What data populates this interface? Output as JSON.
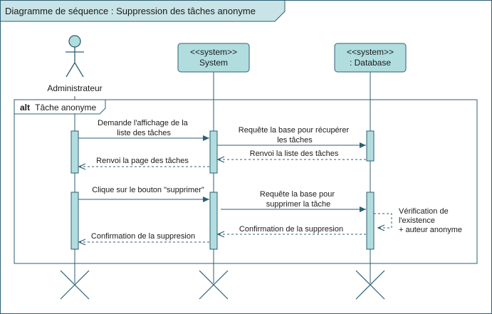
{
  "frame": {
    "title": "Diagramme de séquence : Suppression des tâches anonyme"
  },
  "actors": {
    "admin": {
      "label": "Administrateur"
    },
    "system": {
      "stereotype": "<<system>>",
      "label": "System"
    },
    "database": {
      "stereotype": "<<system>>",
      "label": ": Database"
    }
  },
  "fragment": {
    "keyword": "alt",
    "condition": "Tâche anonyme"
  },
  "messages": {
    "m1": {
      "line1": "Demande l'affichage de la",
      "line2": "liste des tâches"
    },
    "m2": {
      "line1": "Requête la base pour récupérer",
      "line2": "les tâches"
    },
    "m3": {
      "text": "Renvoi la liste des tâches"
    },
    "m4": {
      "text": "Renvoi la page des tâches"
    },
    "m5": {
      "text": "Clique sur le bouton \"supprimer\""
    },
    "m6": {
      "line1": "Requête la base pour",
      "line2": "supprimer la tâche"
    },
    "m7": {
      "line1": "Vérification de",
      "line2": "l'existence",
      "line3": "+ auteur anonyme"
    },
    "m8": {
      "text": "Confirmation de la suppresion"
    },
    "m9": {
      "text": "Confirmation de la suppresion"
    }
  },
  "colors": {
    "frame_fill": "#c9e4e6",
    "frame_stroke": "#2d5f73",
    "lifeline_fill": "#b1dddf",
    "lifeline_stroke": "#2d5f73"
  }
}
